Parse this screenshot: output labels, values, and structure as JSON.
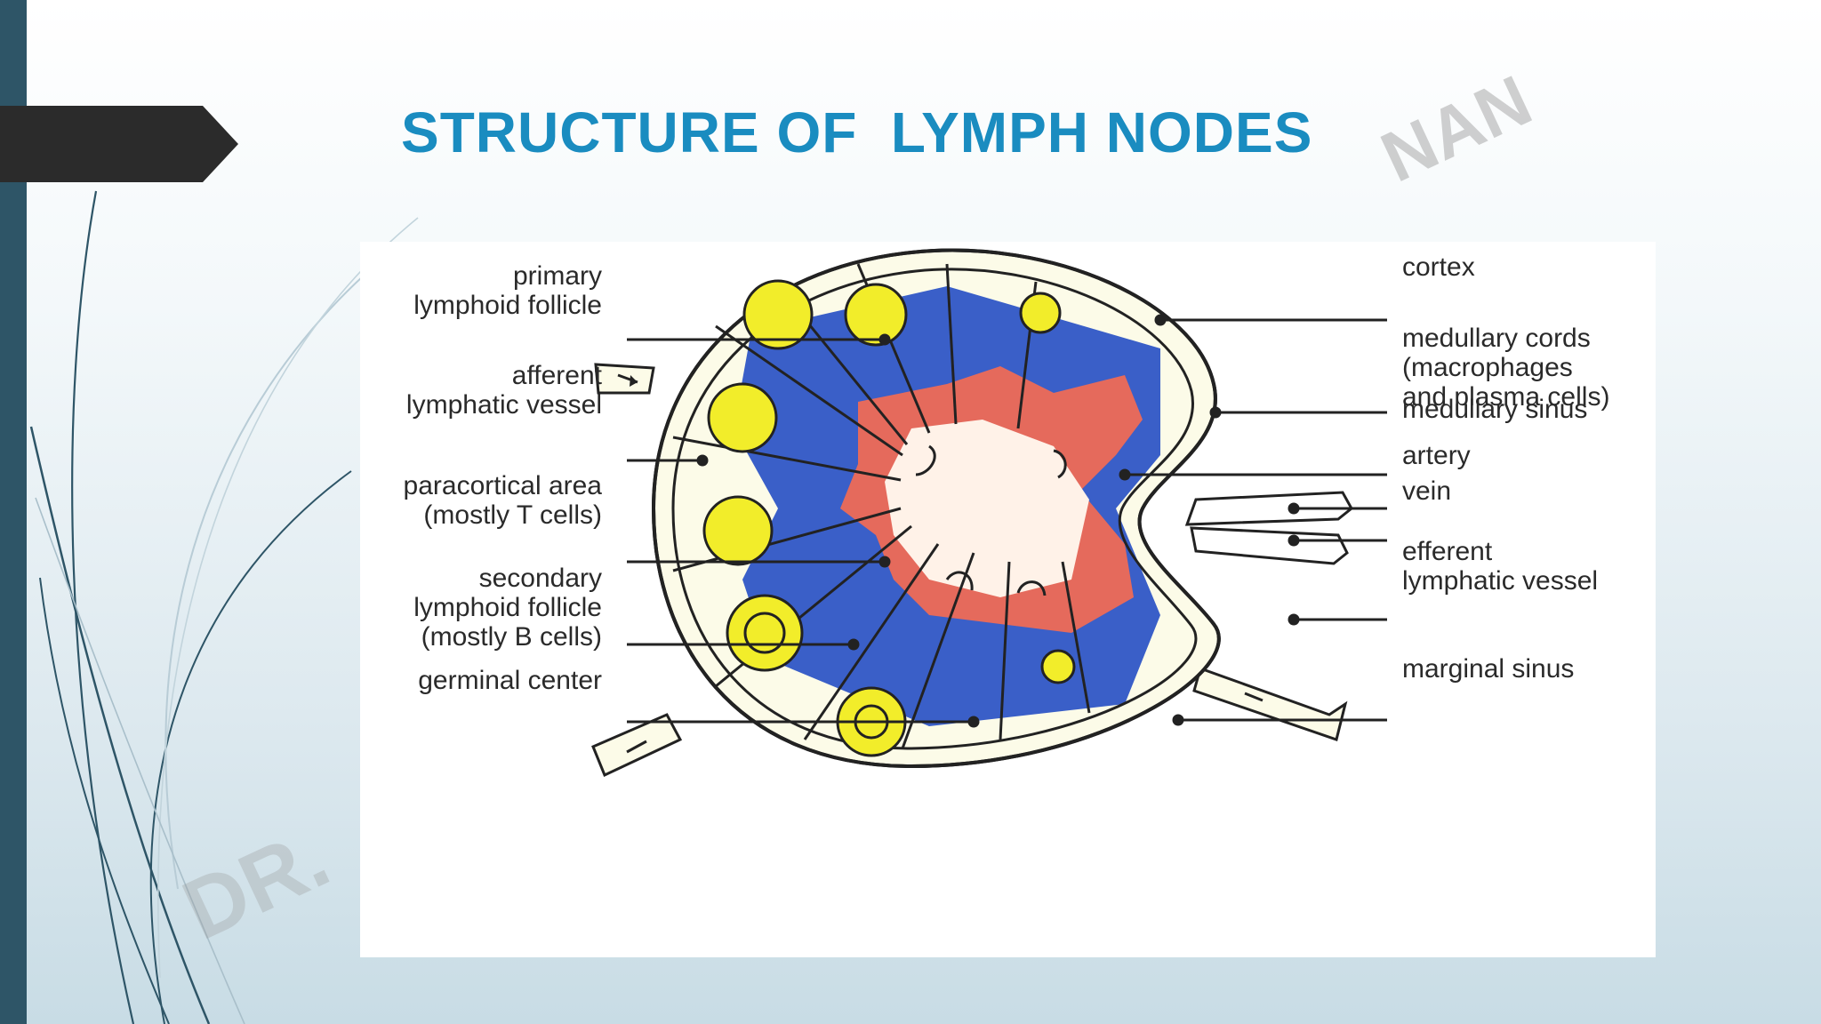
{
  "slide": {
    "title": "STRUCTURE OF  LYMPH NODES",
    "watermark_top": "NAN",
    "watermark_bottom": "DR. ",
    "accent_color": "#1a8cc0",
    "sidebar_color": "#2e5567",
    "tab_color": "#2b2b2b"
  },
  "diagram": {
    "left_labels": [
      [
        "primary",
        "lymphoid  follicle"
      ],
      [
        "afferent",
        "lymphatic  vessel"
      ],
      [
        "paracortical  area",
        "(mostly  T  cells)"
      ],
      [
        "secondary",
        "lymphoid  follicle",
        "(mostly  B  cells)"
      ],
      [
        "germinal  center"
      ]
    ],
    "right_labels": [
      [
        "cortex"
      ],
      [
        "medullary  cords",
        "(macrophages",
        "and  plasma  cells)"
      ],
      [
        "medullary  sinus"
      ],
      [
        "artery"
      ],
      [
        "vein"
      ],
      [
        "efferent",
        "lymphatic  vessel"
      ],
      [
        "marginal  sinus"
      ]
    ],
    "colors": {
      "paracortex": "#3a5fc8",
      "medullary_cords": "#e56a5c",
      "medullary_sinus": "#fff2e8",
      "follicle": "#f2ed2a",
      "cortex_fill": "#fcfbe8",
      "outline": "#222222"
    }
  }
}
